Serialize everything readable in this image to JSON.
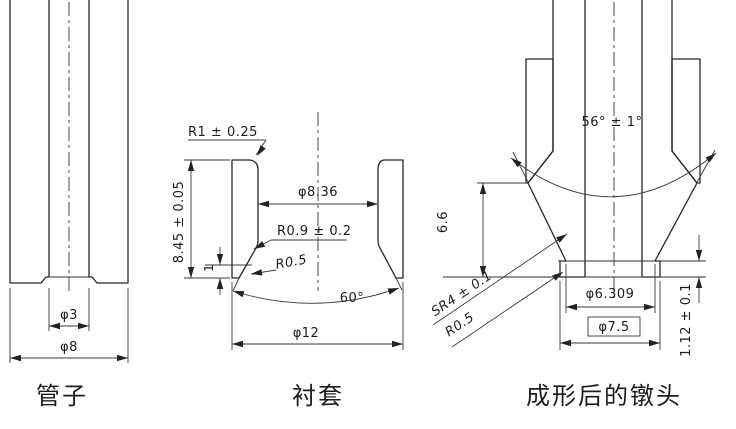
{
  "page": {
    "background": "#ffffff",
    "line_color": "#262626"
  },
  "figures": {
    "tube": {
      "caption": "管子",
      "dims": {
        "bore": "φ3",
        "outer": "φ8"
      }
    },
    "bushing": {
      "caption": "衬套",
      "dims": {
        "corner_radius": "R1 ± 0.25",
        "bore": "φ8.36",
        "fillet": "R0.9 ± 0.2",
        "small_radius": "R0.5",
        "cone_angle": "60°",
        "outer": "φ12",
        "height": "8.45 ± 0.05",
        "land": "1"
      }
    },
    "head": {
      "caption": "成形后的镦头",
      "dims": {
        "cone_angle": "56° ± 1°",
        "height": "6.6",
        "sphere_radius": "SR4 ± 0.1",
        "small_radius": "R0.5",
        "cone_dia": "φ6.309",
        "land_dia": "φ7.5",
        "land_height": "1.12 ± 0.1"
      }
    }
  }
}
